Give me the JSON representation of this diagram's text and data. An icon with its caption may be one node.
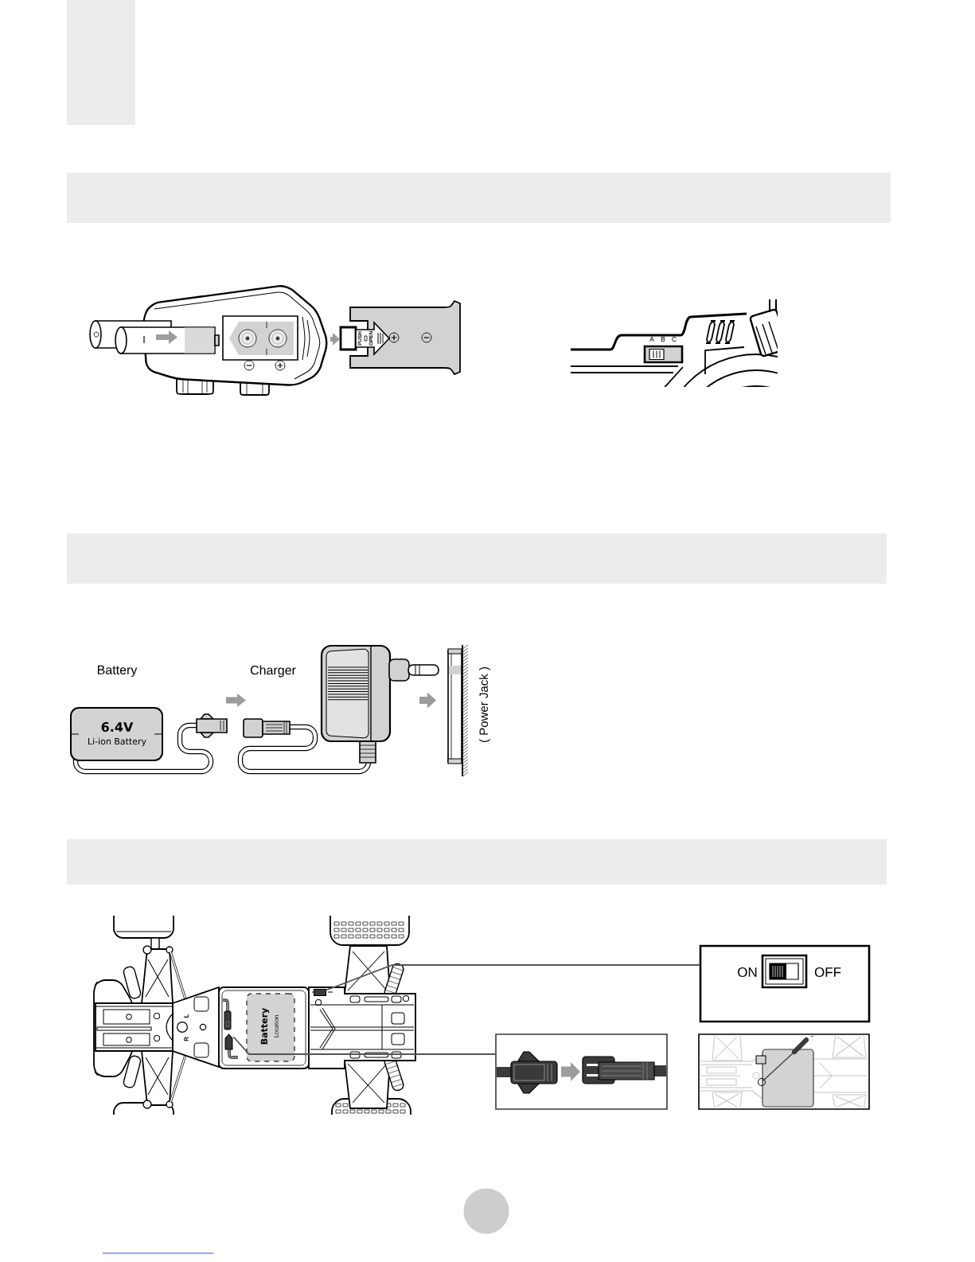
{
  "diagram": {
    "nodes": [
      {
        "text": [],
        "shape": "bar"
      },
      {
        "text": [],
        "shape": "bar"
      },
      {
        "text": [
          "6.4V",
          "Li-ion Battery"
        ],
        "beside": [
          "Battery"
        ]
      },
      {
        "text": [],
        "shape": "bar"
      },
      {
        "text": [
          "Battery",
          "Location"
        ]
      },
      {
        "text": [],
        "shape": "box"
      },
      {
        "text": [],
        "shape": "picture"
      },
      {
        "text": [
          "ON",
          "OFF"
        ]
      },
      {
        "text": [],
        "shape": "picture"
      },
      {
        "text": [],
        "shape": "picture"
      }
    ],
    "edges": [
      {
        "from": 7,
        "to": 5,
        "arrow": "none"
      },
      {
        "from": 8,
        "to": 6,
        "arrow": "none"
      }
    ],
    "labels": [
      "PUSH",
      "OPEN",
      "A",
      "B",
      "C",
      "Charger",
      "( Power Jack )",
      "L",
      "R"
    ]
  }
}
